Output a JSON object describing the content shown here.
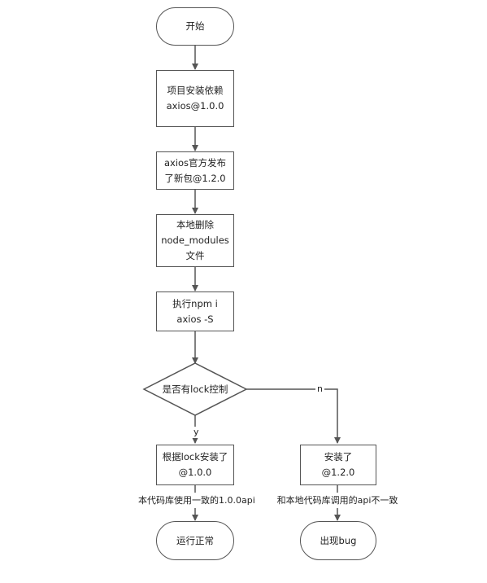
{
  "nodes": {
    "start": "开始",
    "step1": "项目安装依赖\naxios@1.0.0",
    "step2": "axios官方发布\n了新包@1.2.0",
    "step3": "本地删除\nnode_modules\n文件",
    "step4": "执行npm i\naxios -S",
    "decision": "是否有lock控制",
    "yes_box": "根据lock安装了\n@1.0.0",
    "no_box": "安装了\n@1.2.0",
    "end_ok": "运行正常",
    "end_bug": "出现bug"
  },
  "edge_labels": {
    "yes": "y",
    "no": "n",
    "yes_result": "本代码库使用一致的1.0.0api",
    "no_result": "和本地代码库调用的api不一致"
  },
  "colors": {
    "stroke": "#555555",
    "background": "#ffffff",
    "text": "#222222"
  }
}
